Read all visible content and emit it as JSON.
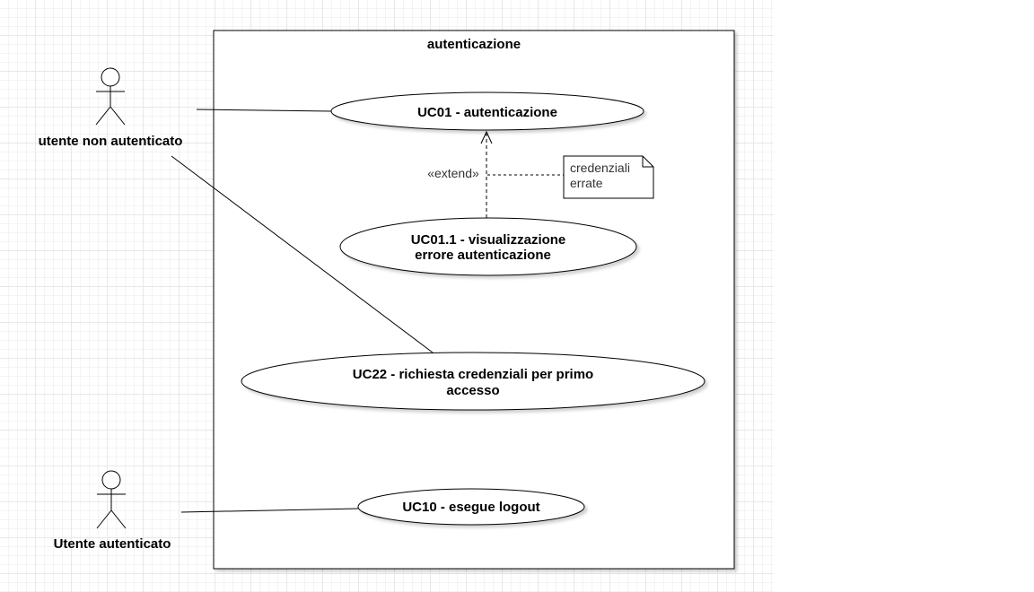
{
  "system": {
    "title": "autenticazione"
  },
  "actors": {
    "unauthenticated": {
      "label": "utente non autenticato"
    },
    "authenticated": {
      "label": "Utente autenticato"
    }
  },
  "use_cases": {
    "uc01": {
      "line1": "UC01 - autenticazione"
    },
    "uc01_1": {
      "line1": "UC01.1 - visualizzazione",
      "line2": "errore autenticazione"
    },
    "uc22": {
      "line1": "UC22 - richiesta credenziali per primo",
      "line2": "accesso"
    },
    "uc10": {
      "line1": "UC10 - esegue logout"
    }
  },
  "relations": {
    "extend_label": "«extend»"
  },
  "note": {
    "line1": "credenziali",
    "line2": "errate"
  }
}
